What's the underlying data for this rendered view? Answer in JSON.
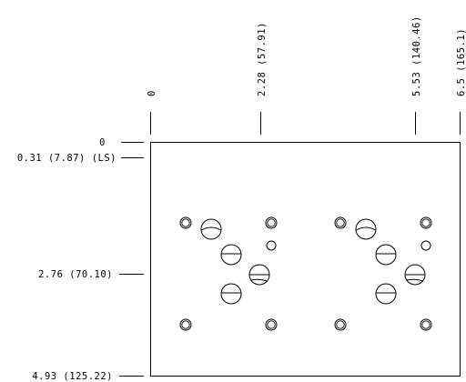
{
  "horizontal_dimensions": [
    {
      "label": "0"
    },
    {
      "label": "2.28 (57.91)"
    },
    {
      "label": "5.53 (140.46)"
    },
    {
      "label": "6.5 (165.1)"
    }
  ],
  "vertical_dimensions": [
    {
      "label": "0"
    },
    {
      "label": "0.31 (7.87) (LS)"
    },
    {
      "label": "2.76 (70.10)"
    },
    {
      "label": "4.93 (125.22)"
    }
  ]
}
